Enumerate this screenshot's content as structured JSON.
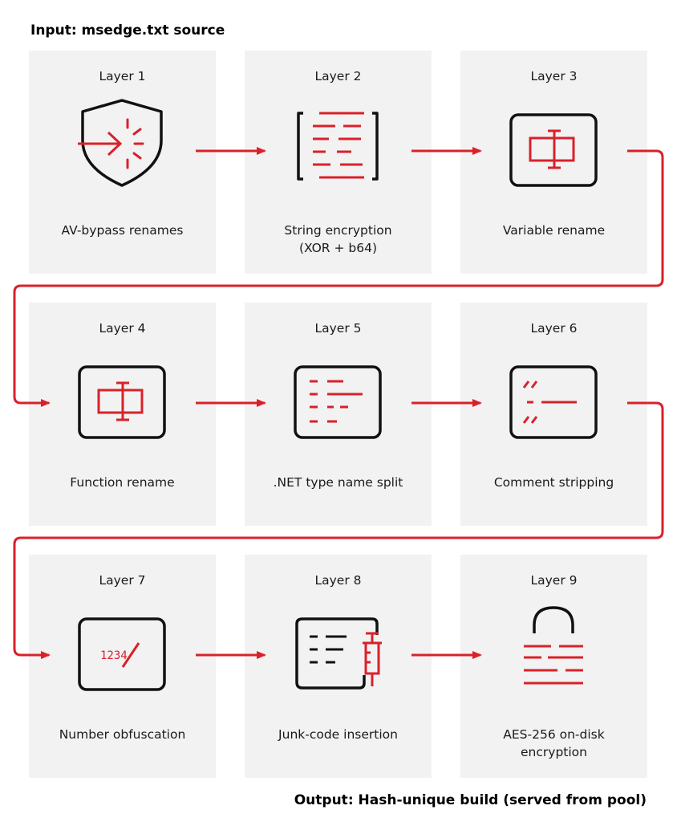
{
  "input_heading": "Input: msedge.txt source",
  "output_heading": "Output:  Hash-unique build (served from pool)",
  "layers": [
    {
      "title": "Layer 1",
      "label": [
        "AV-bypass renames"
      ],
      "icon": "shield-arrow-icon"
    },
    {
      "title": "Layer 2",
      "label": [
        "String encryption",
        "(XOR + b64)"
      ],
      "icon": "bracketed-lines-icon"
    },
    {
      "title": "Layer 3",
      "label": [
        "Variable rename"
      ],
      "icon": "text-cursor-icon"
    },
    {
      "title": "Layer 4",
      "label": [
        "Function rename"
      ],
      "icon": "text-cursor-icon"
    },
    {
      "title": "Layer 5",
      "label": [
        ".NET type name split"
      ],
      "icon": "split-lines-icon"
    },
    {
      "title": "Layer 6",
      "label": [
        "Comment stripping"
      ],
      "icon": "comment-slashes-icon"
    },
    {
      "title": "Layer 7",
      "label": [
        "Number obfuscation"
      ],
      "icon": "numbers-slash-icon"
    },
    {
      "title": "Layer 8",
      "label": [
        "Junk-code insertion"
      ],
      "icon": "syringe-code-icon"
    },
    {
      "title": "Layer 9",
      "label": [
        "AES-256 on-disk",
        "encryption"
      ],
      "icon": "padlock-icon"
    }
  ],
  "icon_text": {
    "numbers": "1234"
  },
  "colors": {
    "accent": "#d9212a",
    "tile": "#f2f2f2",
    "stroke": "#111111"
  }
}
